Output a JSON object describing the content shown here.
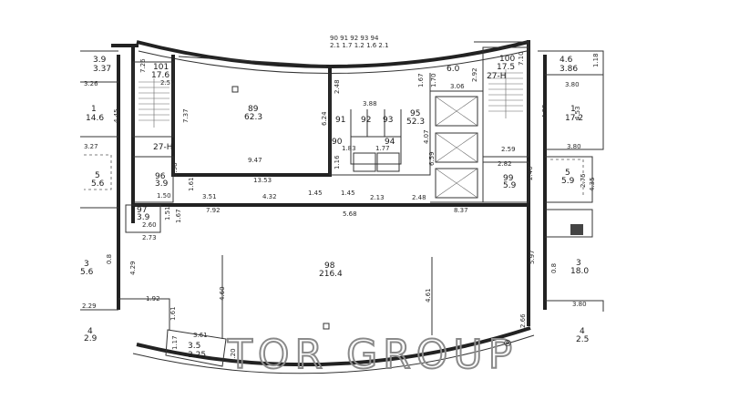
{
  "header_codes": {
    "numbers": "90 91 92 93 94",
    "areas": "2.1 1.7 1.2 1.6 2.1"
  },
  "rooms": {
    "r3_9": {
      "no": "3.9",
      "area": "3.37"
    },
    "r101": {
      "no": "101",
      "area": "17.6"
    },
    "r89": {
      "no": "89",
      "area": "62.3"
    },
    "r95": {
      "no": "95",
      "area": "52.3"
    },
    "r100": {
      "no": "100",
      "area": "17.5"
    },
    "r4_6": {
      "no": "4.6",
      "area": "3.86"
    },
    "rL1": {
      "no": "1",
      "area": "14.6"
    },
    "rR1": {
      "no": "1",
      "area": "17.2"
    },
    "r96": {
      "no": "96",
      "area": "3.9"
    },
    "r97": {
      "no": "97",
      "area": "3.9"
    },
    "r99": {
      "no": "99",
      "area": "5.9"
    },
    "r98": {
      "no": "98",
      "area": "216.4"
    },
    "rL3": {
      "no": "3",
      "area": "5.6"
    },
    "rR3": {
      "no": "3",
      "area": "18.0"
    },
    "rL4": {
      "no": "4",
      "area": "2.9"
    },
    "rR4": {
      "no": "4",
      "area": "2.5"
    },
    "r3_5": {
      "no": "3.5",
      "area": "3.25"
    },
    "rL5": {
      "no": "5",
      "area": "5.6"
    },
    "rR5": {
      "no": "5",
      "area": "5.9"
    },
    "r6": {
      "no": "6.0",
      "area": ""
    },
    "r91": {
      "no": "91",
      "area": ""
    },
    "r92": {
      "no": "92",
      "area": ""
    },
    "r93": {
      "no": "93",
      "area": ""
    },
    "r90": {
      "no": "90",
      "area": ""
    },
    "r94": {
      "no": "94",
      "area": ""
    }
  },
  "stair_labels": {
    "left": "27-H",
    "right": "27-H"
  },
  "dimensions": {
    "d7_26": "7.26",
    "d2_57": "2.57",
    "d3_26": "3.26",
    "d4_45": "4.45",
    "d7_37": "7.37",
    "d3_27": "3.27",
    "d9_47": "9.47",
    "d13_53": "13.53",
    "d2_48": "2.48",
    "d6_24": "6.24",
    "d3_88": "3.88",
    "d1_16": "1.16",
    "d1_83": "1.83",
    "d1_77": "1.77",
    "d1_67": "1.67",
    "d1_70": "1.70",
    "d3_06": "3.06",
    "d2_92": "2.92",
    "d4_07": "4.07",
    "d6_59": "6.59",
    "d7_10": "7.10",
    "d3_80a": "3.80",
    "d4_32": "4.32",
    "d4_53": "4.53",
    "d2_59": "2.59",
    "d3_80b": "3.80",
    "d1_18": "1.18",
    "d2_82": "2.82",
    "d2_46": "2.46",
    "d2_75": "2.75",
    "d4_35": "4.35",
    "d2_98": "2.98",
    "d1_61a": "1.61",
    "d1_50": "1.50",
    "d3_51": "3.51",
    "d4_32b": "4.32",
    "d1_45a": "1.45",
    "d1_45b": "1.45",
    "d2_13": "2.13",
    "d2_48b": "2.48",
    "d7_92": "7.92",
    "d5_68": "5.68",
    "d8_37": "8.37",
    "d1_67b": "1.67",
    "d1_51": "1.51",
    "d2_60": "2.60",
    "d2_73": "2.73",
    "d4_29": "4.29",
    "d5_97": "5.97",
    "d4_60": "4.60",
    "d4_61": "4.61",
    "d1_92": "1.92",
    "d1_61b": "1.61",
    "d2_66": "2.66",
    "d3_80c": "3.80",
    "d3_61": "3.61",
    "d1_17": "1.17",
    "d1_20": "1.20",
    "d2_29": "2.29",
    "d0_8": "0.8",
    "d0_8b": "0.8"
  },
  "watermark": "TOR GROUP",
  "watermark_mark": "®"
}
